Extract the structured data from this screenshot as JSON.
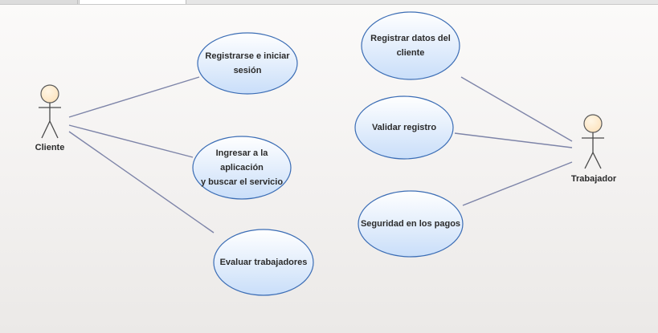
{
  "tabs": [
    {
      "label": ""
    },
    {
      "label": ""
    }
  ],
  "actors": [
    {
      "id": "cliente",
      "label": "Cliente"
    },
    {
      "id": "trabajador",
      "label": "Trabajador"
    }
  ],
  "use_cases": [
    {
      "id": "registrarse",
      "label": "Registrarse e iniciar\nsesión"
    },
    {
      "id": "ingresar",
      "label": "Ingresar a la aplicación\ny buscar el servicio"
    },
    {
      "id": "evaluar",
      "label": "Evaluar trabajadores"
    },
    {
      "id": "registrar-datos",
      "label": "Registrar datos del\ncliente"
    },
    {
      "id": "validar",
      "label": "Validar registro"
    },
    {
      "id": "seguridad",
      "label": "Seguridad en los pagos"
    }
  ],
  "associations": [
    {
      "from": "cliente",
      "to": "registrarse"
    },
    {
      "from": "cliente",
      "to": "ingresar"
    },
    {
      "from": "cliente",
      "to": "evaluar"
    },
    {
      "from": "trabajador",
      "to": "registrar-datos"
    },
    {
      "from": "trabajador",
      "to": "validar"
    },
    {
      "from": "trabajador",
      "to": "seguridad"
    }
  ],
  "colors": {
    "use_case_fill_top": "#ffffff",
    "use_case_fill_bottom": "#c9def9",
    "use_case_border": "#3b6db5",
    "actor_head_fill": "#fde3bd",
    "association_line": "#7d84a8"
  }
}
